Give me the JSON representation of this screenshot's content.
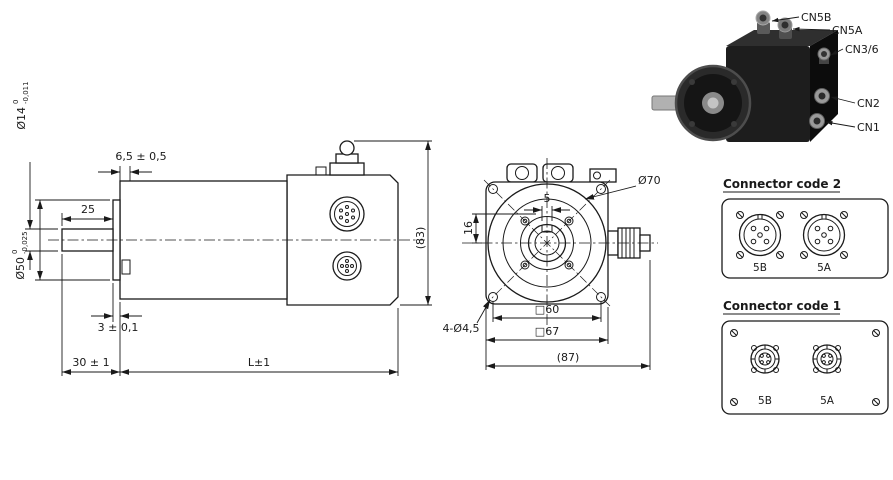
{
  "photo": {
    "callouts": {
      "cn5b": "CN5B",
      "cn5a": "CN5A",
      "cn36": "CN3/6",
      "cn2": "CN2",
      "cn1": "CN1"
    }
  },
  "side_view": {
    "dim_shaft_len": "25",
    "dim_face_offset": "6,5 ± 0,5",
    "shaft_dia": "Ø14",
    "shaft_tol_upper": "0",
    "shaft_tol_lower": "-0,011",
    "pilot_dia": "Ø50",
    "pilot_tol_upper": "0",
    "pilot_tol_lower": "-0,025",
    "dim_height": "(83)",
    "dim_pilot_depth": "3 ± 0,1",
    "dim_shaft_total": "30 ± 1",
    "dim_length": "L±1"
  },
  "front_view": {
    "dim_key_width": "5",
    "dim_key_height": "16",
    "dim_flange_dia": "Ø70",
    "dim_holes": "4-Ø4,5",
    "dim_bolt_square": "□60",
    "dim_flange_square": "□67",
    "dim_overall_width": "(87)"
  },
  "connector_panels": {
    "code2_title": "Connector code 2",
    "code1_title": "Connector code 1",
    "label_5b": "5B",
    "label_5a": "5A"
  },
  "colors": {
    "line": "#1a1a1a",
    "motor_body_dark": "#0c0c0c",
    "motor_body_mid": "#1d1d1d",
    "metal": "#b1b1b1"
  }
}
